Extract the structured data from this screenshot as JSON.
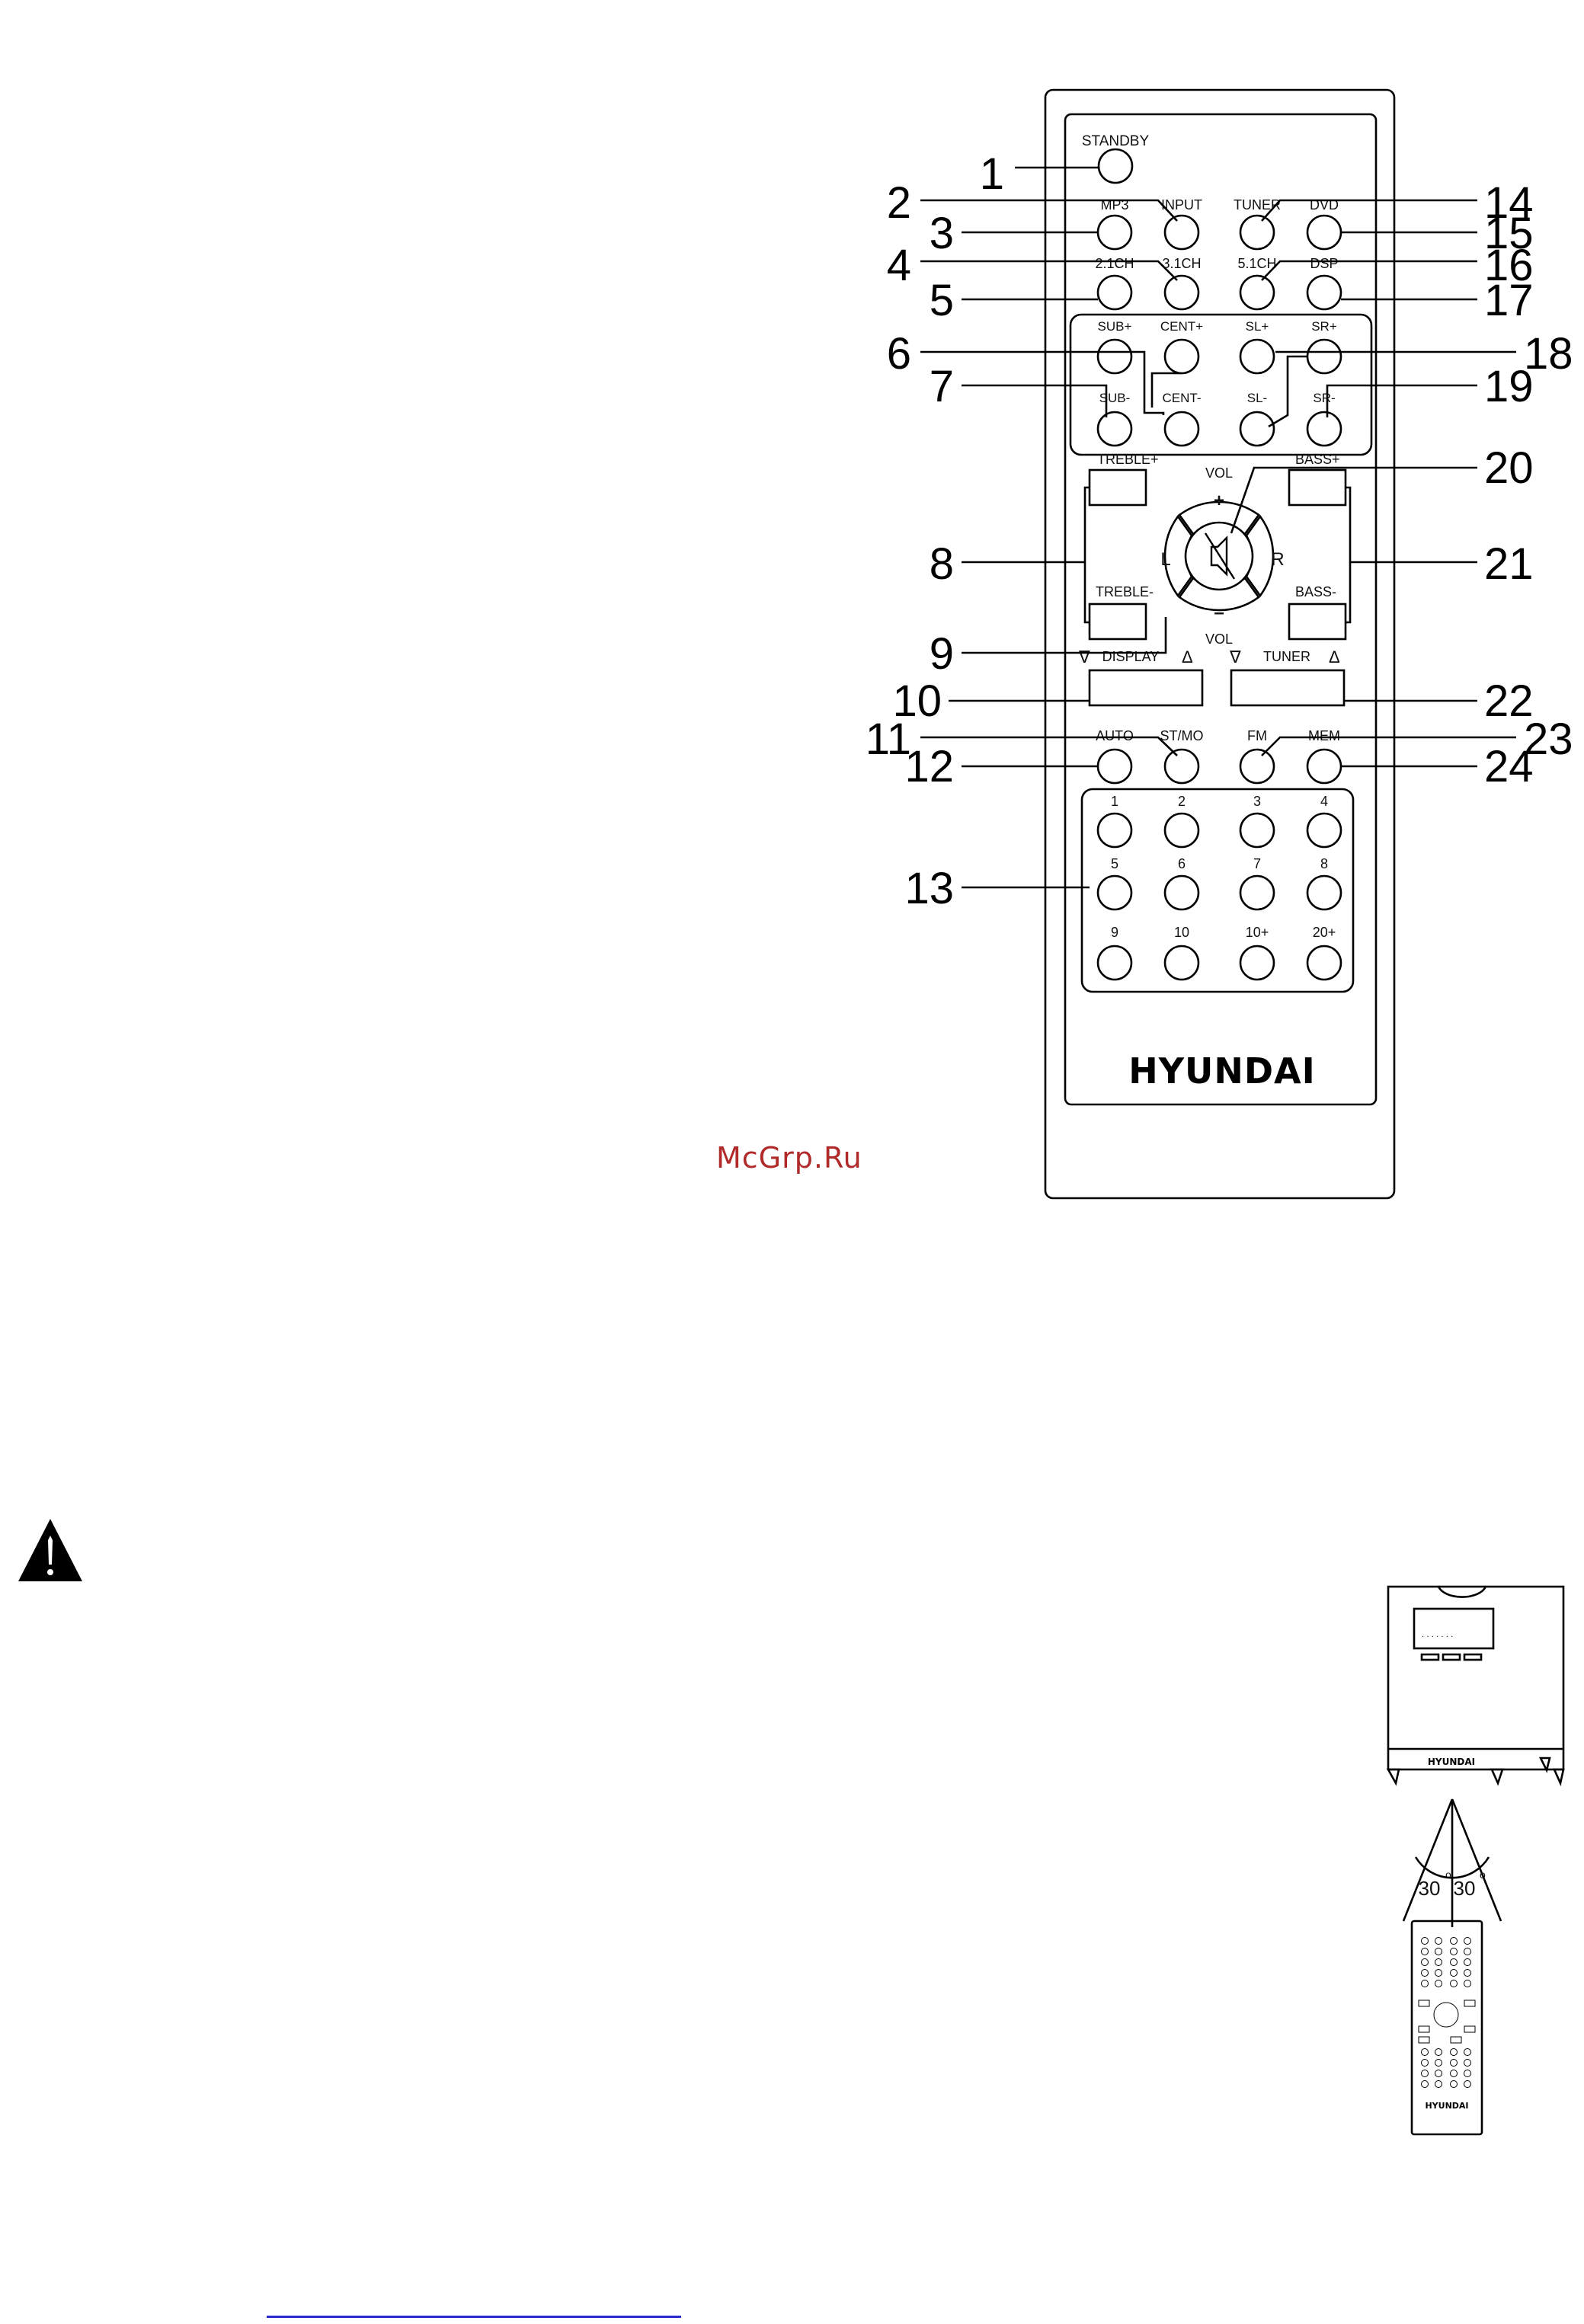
{
  "remote": {
    "brand": "HYUNDAI",
    "labels": {
      "standby": "STANDBY",
      "mp3": "MP3",
      "input": "INPUT",
      "tuner": "TUNER",
      "dvd": "DVD",
      "ch21": "2.1CH",
      "ch31": "3.1CH",
      "ch51": "5.1CH",
      "dsp": "DSP",
      "sub_plus": "SUB+",
      "cent_plus": "CENT+",
      "sl_plus": "SL+",
      "sr_plus": "SR+",
      "sub_minus": "SUB-",
      "cent_minus": "CENT-",
      "sl_minus": "SL-",
      "sr_minus": "SR-",
      "treble_plus": "TREBLE+",
      "treble_minus": "TREBLE-",
      "bass_plus": "BASS+",
      "bass_minus": "BASS-",
      "vol_top": "VOL",
      "vol_bottom": "VOL",
      "vol_plus": "+",
      "vol_minus": "–",
      "left": "L",
      "right": "R",
      "display": "DISPLAY",
      "tuner_bar": "TUNER",
      "down_arrow": "∇",
      "up_arrow": "Δ",
      "auto": "AUTO",
      "stmo": "ST/MO",
      "fm": "FM",
      "mem": "MEM"
    },
    "keypad": [
      "1",
      "2",
      "3",
      "4",
      "5",
      "6",
      "7",
      "8",
      "9",
      "10",
      "10+",
      "20+"
    ]
  },
  "callouts": [
    "1",
    "2",
    "3",
    "4",
    "5",
    "6",
    "7",
    "8",
    "9",
    "10",
    "11",
    "12",
    "13",
    "14",
    "15",
    "16",
    "17",
    "18",
    "19",
    "20",
    "21",
    "22",
    "23",
    "24"
  ],
  "angle_diagram": {
    "left_angle": "30",
    "right_angle": "30",
    "degree": "o",
    "brand": "HYUNDAI"
  },
  "watermark": "McGrp.Ru",
  "colors": {
    "watermark": "#b02a2a",
    "link": "#2a2ad0",
    "warning": "#000000"
  }
}
